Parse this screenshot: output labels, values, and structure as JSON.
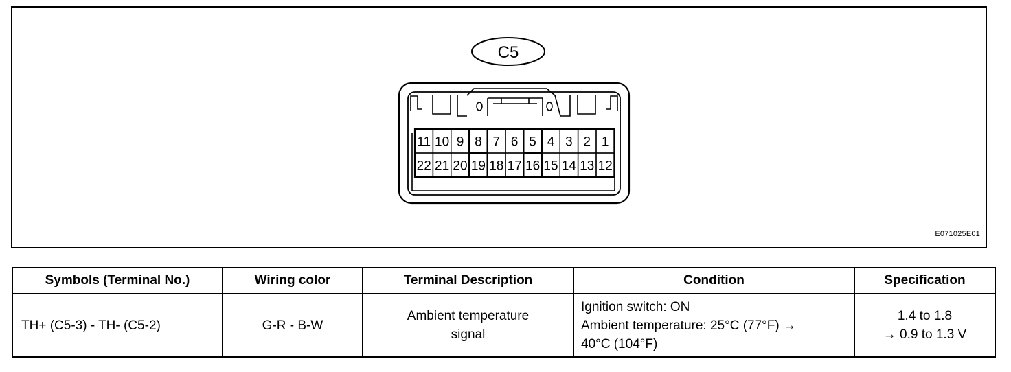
{
  "connector": {
    "label": "C5",
    "top_row": [
      "11",
      "10",
      "9",
      "8",
      "7",
      "6",
      "5",
      "4",
      "3",
      "2",
      "1"
    ],
    "bottom_row": [
      "22",
      "21",
      "20",
      "19",
      "18",
      "17",
      "16",
      "15",
      "14",
      "13",
      "12"
    ]
  },
  "figure_code": "E071025E01",
  "table": {
    "headers": [
      "Symbols (Terminal No.)",
      "Wiring color",
      "Terminal Description",
      "Condition",
      "Specification"
    ],
    "row": {
      "symbols": "TH+ (C5-3) - TH- (C5-2)",
      "wiring_color": "G-R - B-W",
      "description_lines": [
        "Ambient temperature",
        "signal"
      ],
      "condition_lines": [
        "Ignition switch: ON",
        "Ambient temperature: 25°C (77°F) →",
        "40°C (104°F)"
      ],
      "specification_lines": [
        "1.4 to 1.8",
        "→ 0.9 to 1.3 V"
      ]
    }
  }
}
